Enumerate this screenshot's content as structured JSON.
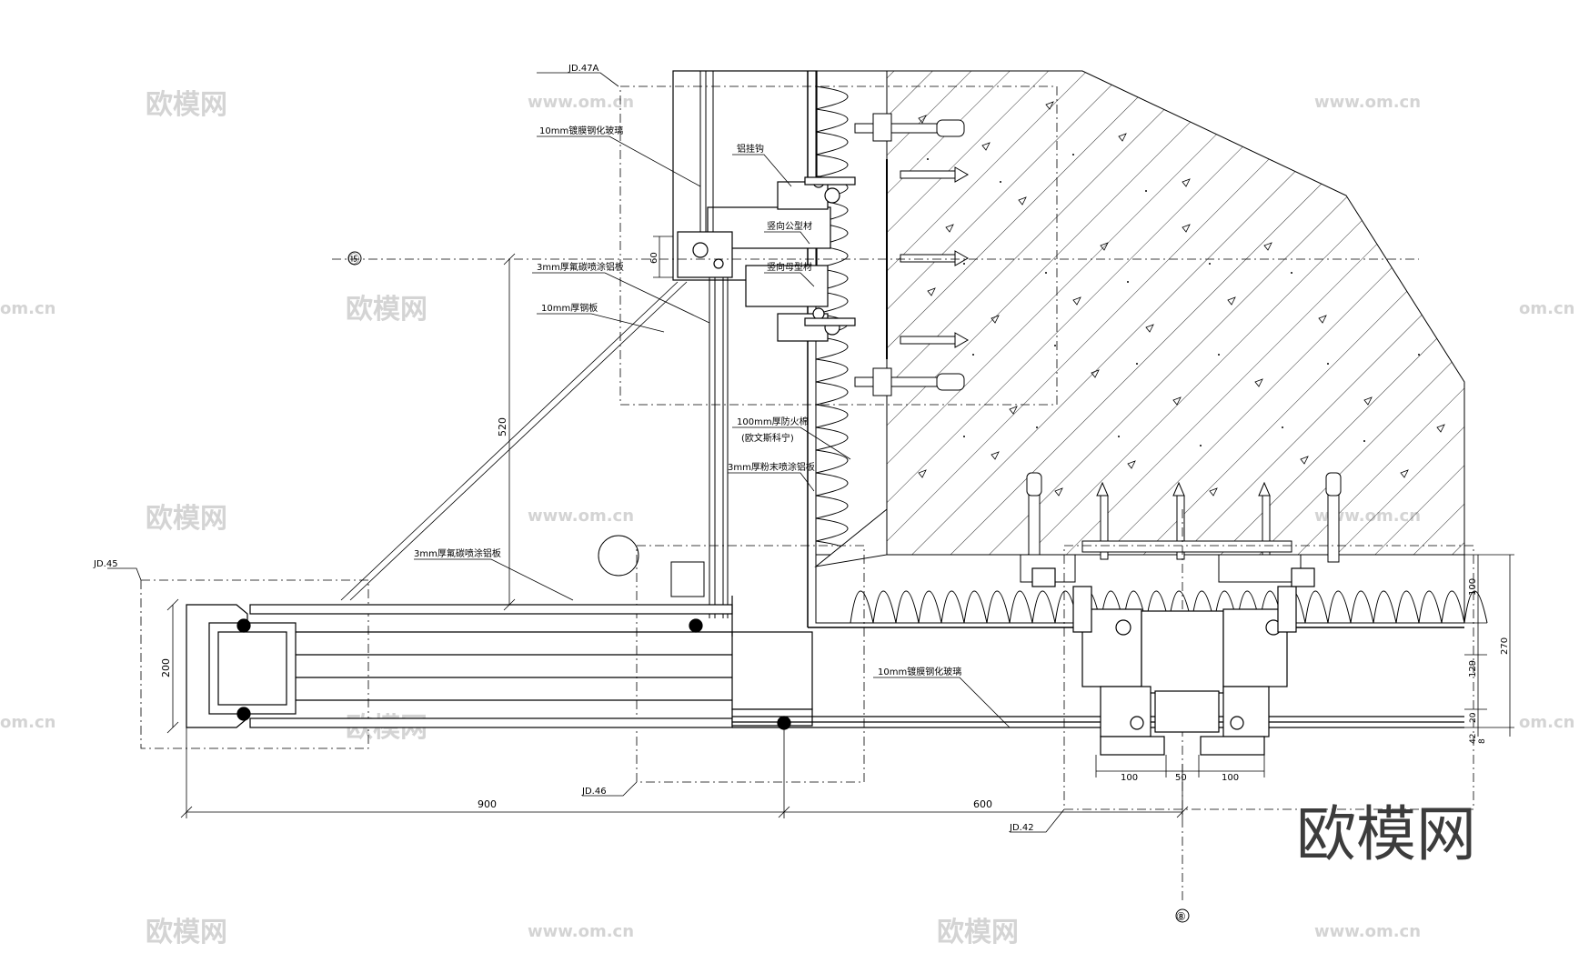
{
  "refs": {
    "jd47a": "JD.47A",
    "jd45": "JD.45",
    "jd46": "JD.46",
    "jd42": "JD.42",
    "axis15": "⑮",
    "axis8": "⑧"
  },
  "labels": {
    "glass_top": "10mm镀膜钢化玻璃",
    "al_bracket": "铝挂钩",
    "vert_profile1": "竖向公型材",
    "vert_profile2": "竖向母型材",
    "fluoro_panel1": "3mm厚氟碳喷涂铝板",
    "steel_plate": "10mm厚钢板",
    "fire_insul1": "100mm厚防火棉",
    "fire_insul2": "(欧文斯科宁)",
    "powder_panel": "3mm厚粉末喷涂铝板",
    "fluoro_panel2": "3mm厚氟碳喷涂铝板",
    "glass_bottom": "10mm镀膜钢化玻璃"
  },
  "dims": {
    "d520": "520",
    "d60": "60",
    "d200": "200",
    "d900": "900",
    "d600": "600",
    "d100a": "100",
    "d50": "50",
    "d100b": "100",
    "r100": "100",
    "r270": "270",
    "r129": "129",
    "r20": "20",
    "r42": "42",
    "r8": "8"
  },
  "watermark": {
    "brand": "欧模网",
    "url": "www.om.cn",
    "url_short": "om.cn"
  }
}
